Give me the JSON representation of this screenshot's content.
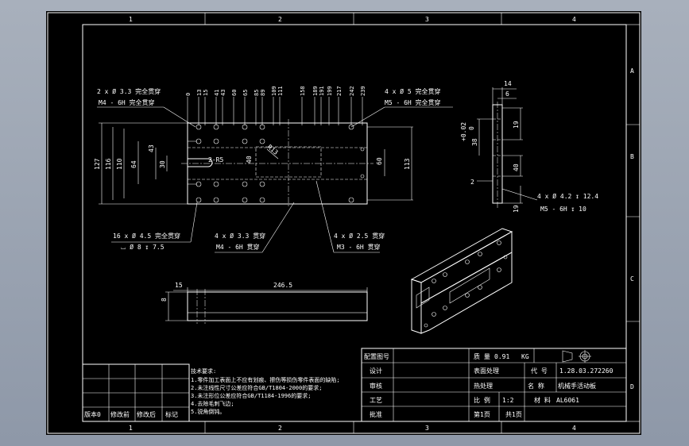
{
  "frame": {
    "zones_top": [
      "1",
      "2",
      "3",
      "4"
    ],
    "zones_bottom": [
      "1",
      "2",
      "3",
      "4"
    ],
    "zones_right": [
      "A",
      "B",
      "C",
      "D"
    ]
  },
  "top_view": {
    "callout_2x": "2 x Ø  3.3 完全贯穿",
    "callout_2x_m": "M4 - 6H 完全贯穿",
    "callout_4x5": "4 x Ø  5 完全贯穿",
    "callout_4x5_m": "M5 - 6H 完全贯穿",
    "callout_16x": "16 x Ø  4.5 完全贯穿",
    "callout_16x_cb": "⌴ Ø  8 ↧ 7.5",
    "callout_4x33": "4 x Ø  3.3 贯穿",
    "callout_4x33_m": "M4 - 6H 贯穿",
    "callout_4x25": "4 x Ø  2.5 贯穿",
    "callout_4x25_m": "M3 - 6H 贯穿",
    "top_dims": [
      "0",
      "13",
      "15",
      "41",
      "43",
      "60",
      "65",
      "85",
      "89",
      "109",
      "111",
      "158",
      "189",
      "191",
      "199",
      "217",
      "242",
      "239"
    ],
    "left_dims": [
      "127",
      "116",
      "110",
      "64",
      "43",
      "30"
    ],
    "inner_dims": [
      "2-R5",
      "40",
      "R13"
    ],
    "right_dim": "113",
    "slot_dim": "60"
  },
  "side_view": {
    "dims": [
      "14",
      "6",
      "+0.02",
      "0",
      "38",
      "19",
      "40",
      "2",
      "19"
    ],
    "callout": "4 x Ø  4.2 ↧ 12.4",
    "callout_m": "M5 - 6H   ↧ 10"
  },
  "bottom_view": {
    "dim_15": "15",
    "dim_2465": "246.5",
    "dim_8": "8"
  },
  "tech_notes": [
    "技术要求:",
    "1.零件加工表面上不应有划痕、擦伤等损伤零件表面的缺陷;",
    "2.未注线性尺寸公差应符合GB/T1804-2000的要求;",
    "3.未注形位公差应符合GB/T1184-1996的要求;",
    "4.去除毛刺飞边;",
    "5.锐角倒钝。"
  ],
  "revision_block": {
    "labels": [
      "版本0",
      "修改前",
      "修改后",
      "标记"
    ]
  },
  "title_block": {
    "r1": {
      "c1": "配置图号",
      "c2": "质 量",
      "c3": "0.91",
      "c4": "KG"
    },
    "r2": {
      "c1": "设计",
      "c2": "表面处理",
      "c3": "代 号",
      "c4": "1.28.03.272260"
    },
    "r3": {
      "c1": "审核",
      "c2": "热处理",
      "c3": "名 称",
      "c4": "机械手活动板"
    },
    "r4": {
      "c1": "工艺",
      "c2": "比 例",
      "c3": "1:2",
      "c4": "材 料",
      "c5": "AL6061"
    },
    "r5": {
      "c1": "批准",
      "c2": "第1页",
      "c3": "共1页"
    }
  }
}
